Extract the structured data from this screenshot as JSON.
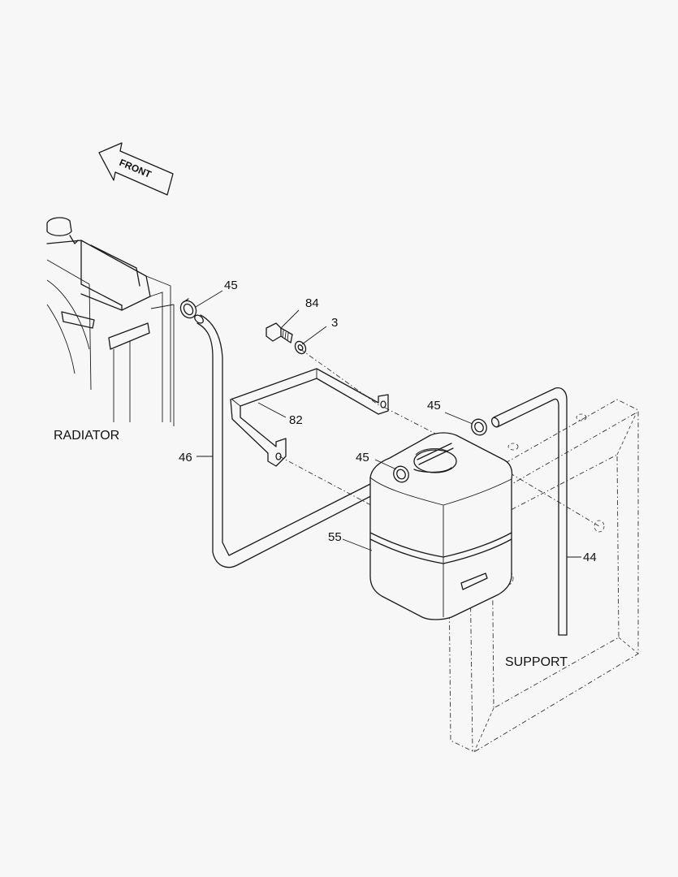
{
  "labels": {
    "front": "FRONT",
    "radiator": "RADIATOR",
    "support": "SUPPORT"
  },
  "callouts": {
    "clamp_top": "45",
    "bolt": "84",
    "washer": "3",
    "bracket": "82",
    "clamp_right": "45",
    "clamp_tank": "45",
    "hose_left": "46",
    "tank": "55",
    "hose_right": "44"
  }
}
